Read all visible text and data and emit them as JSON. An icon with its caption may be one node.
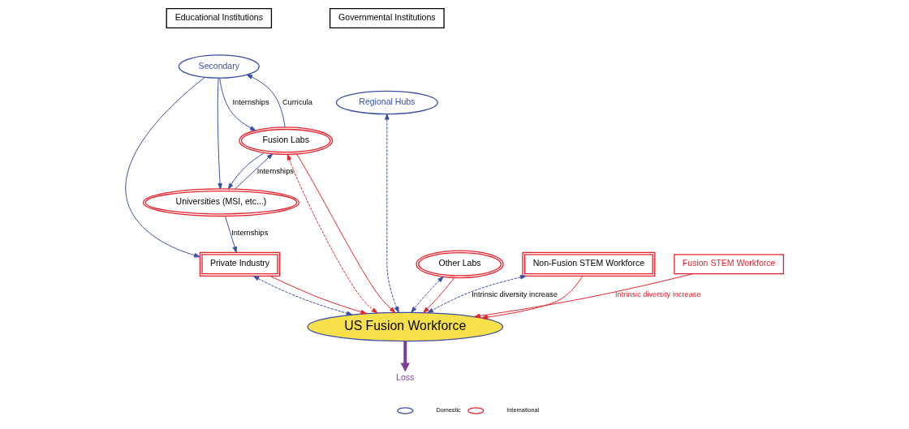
{
  "diagram": {
    "nodes": [
      {
        "text": [
          "Educational Institutions"
        ]
      },
      {
        "text": [
          "Governmental Institutions"
        ]
      },
      {
        "text": [
          "Fusion Labs"
        ]
      },
      {
        "text": [
          "Secondary"
        ]
      },
      {
        "text": [
          "Universities (MSI, etc...)"
        ]
      },
      {
        "text": [
          "Regional Hubs"
        ]
      },
      {
        "text": [
          "Other Labs"
        ]
      },
      {
        "text": [
          "US Fusion Workforce"
        ]
      },
      {
        "text": [
          "Loss"
        ]
      },
      {
        "text": [
          "Private Industry"
        ]
      },
      {
        "text": [
          "Non-Fusion STEM Workforce"
        ]
      },
      {
        "text": [
          "Fusion STEM Workforce"
        ]
      }
    ],
    "edges": [
      {
        "from": 3,
        "to": 2,
        "arrow": "to",
        "label": "Internships"
      },
      {
        "from": 2,
        "to": 3,
        "arrow": "to",
        "label": "Curricula"
      },
      {
        "from": 2,
        "to": 4,
        "arrow": "to"
      },
      {
        "from": 4,
        "to": 2,
        "arrow": "to",
        "label": "Internships"
      },
      {
        "from": 3,
        "to": 4,
        "arrow": "to"
      },
      {
        "from": 3,
        "to": 9,
        "arrow": "to"
      },
      {
        "from": 4,
        "to": 9,
        "arrow": "to",
        "label": "Internships"
      },
      {
        "from": 2,
        "to": 7,
        "arrow": "both",
        "style": "dashed",
        "color": "#e8222b"
      },
      {
        "from": 2,
        "to": 7,
        "arrow": "to",
        "color": "#e8222b"
      },
      {
        "from": 5,
        "to": 7,
        "arrow": "both",
        "style": "dashed"
      },
      {
        "from": 6,
        "to": 7,
        "arrow": "both",
        "style": "dashed"
      },
      {
        "from": 6,
        "to": 7,
        "arrow": "to",
        "color": "#e8222b"
      },
      {
        "from": 7,
        "to": 8,
        "arrow": "to",
        "style": "thick",
        "color": "#7a3f98"
      },
      {
        "from": 9,
        "to": 7,
        "arrow": "both",
        "style": "dashed"
      },
      {
        "from": 9,
        "to": 7,
        "arrow": "to",
        "color": "#e8222b"
      },
      {
        "from": 11,
        "to": 7,
        "arrow": "to",
        "color": "#e8222b",
        "label": "Intrinsic diversity increase"
      },
      {
        "from": 10,
        "to": 7,
        "arrow": "to",
        "color": "#e8222b"
      },
      {
        "from": 10,
        "to": 7,
        "arrow": "both",
        "style": "dashed",
        "label": "Intrinsic diversity increase"
      }
    ],
    "legend": [
      {
        "text": "Domestic"
      },
      {
        "text": "International"
      }
    ]
  }
}
